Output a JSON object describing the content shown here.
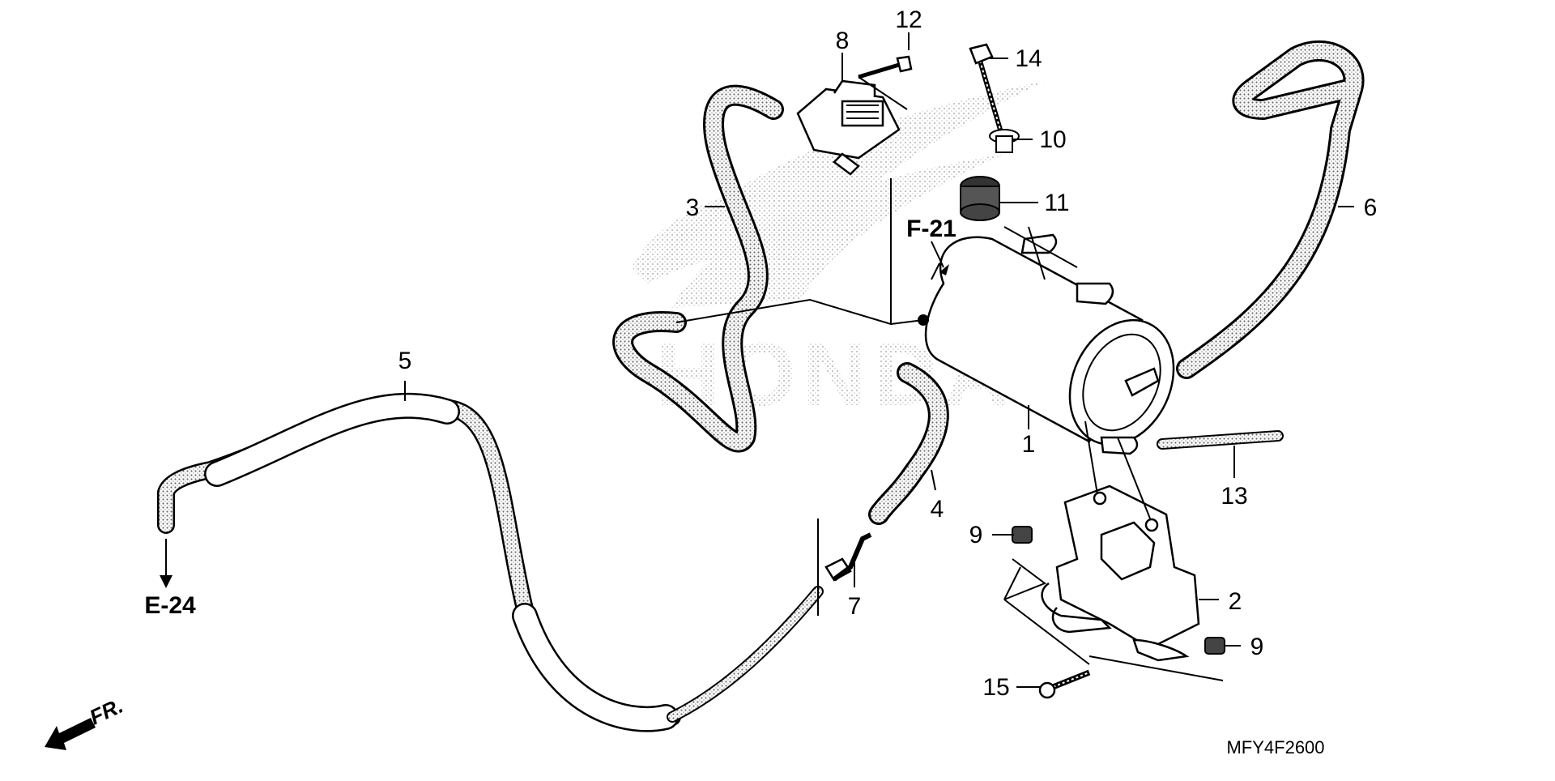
{
  "diagram": {
    "callouts": [
      {
        "id": "c1",
        "label": "1"
      },
      {
        "id": "c2",
        "label": "2"
      },
      {
        "id": "c3",
        "label": "3"
      },
      {
        "id": "c4",
        "label": "4"
      },
      {
        "id": "c5",
        "label": "5"
      },
      {
        "id": "c6",
        "label": "6"
      },
      {
        "id": "c7",
        "label": "7"
      },
      {
        "id": "c8",
        "label": "8"
      },
      {
        "id": "c9a",
        "label": "9"
      },
      {
        "id": "c9b",
        "label": "9"
      },
      {
        "id": "c10",
        "label": "10"
      },
      {
        "id": "c11",
        "label": "11"
      },
      {
        "id": "c12",
        "label": "12"
      },
      {
        "id": "c13",
        "label": "13"
      },
      {
        "id": "c14",
        "label": "14"
      },
      {
        "id": "c15",
        "label": "15"
      }
    ],
    "refs": {
      "f21": "F-21",
      "e24": "E-24"
    },
    "direction_label": "FR.",
    "drawing_code": "MFY4F2600",
    "watermark_text": "HONDA",
    "colors": {
      "ink": "#000000",
      "background": "#ffffff",
      "watermark": "#b8b8b8",
      "hose_fill": "#d9d9d9"
    }
  }
}
